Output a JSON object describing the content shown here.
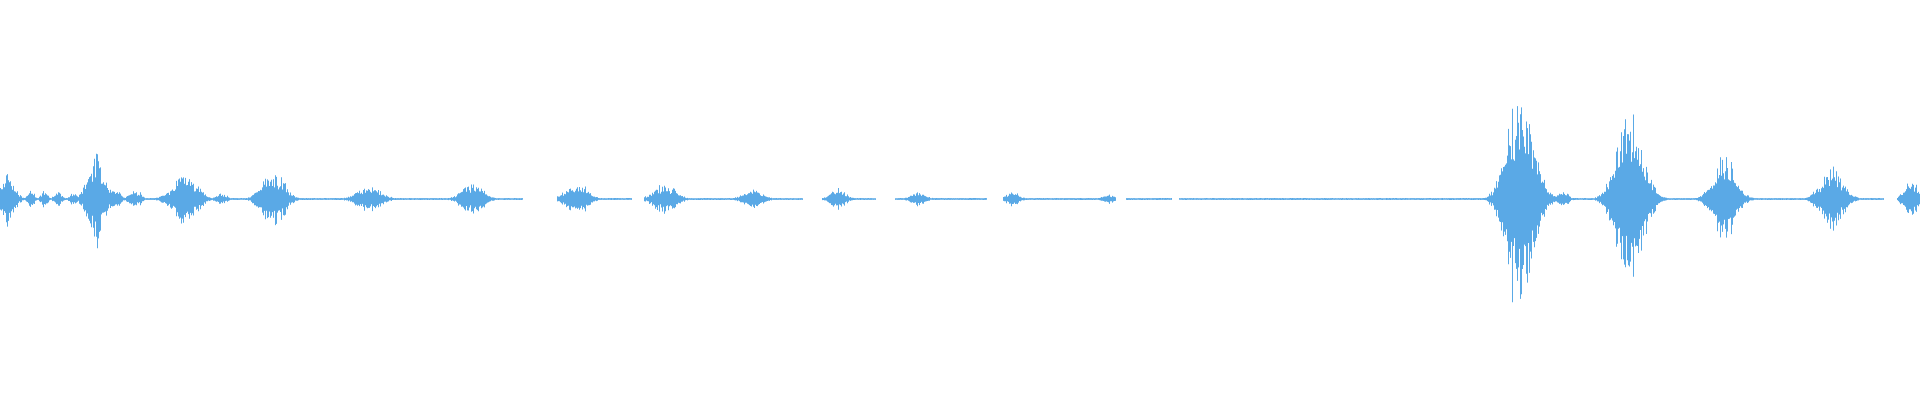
{
  "waveform": {
    "color": "#5aa9e6",
    "background": "#ffffff",
    "baseline_amplitude": 0.005,
    "bursts": [
      {
        "center": 0.004,
        "width": 0.012,
        "amplitude": 0.13
      },
      {
        "center": 0.016,
        "width": 0.006,
        "amplitude": 0.05
      },
      {
        "center": 0.023,
        "width": 0.006,
        "amplitude": 0.05
      },
      {
        "center": 0.03,
        "width": 0.006,
        "amplitude": 0.05
      },
      {
        "center": 0.038,
        "width": 0.006,
        "amplitude": 0.04
      },
      {
        "center": 0.05,
        "width": 0.015,
        "amplitude": 0.25
      },
      {
        "center": 0.06,
        "width": 0.008,
        "amplitude": 0.06
      },
      {
        "center": 0.07,
        "width": 0.01,
        "amplitude": 0.05
      },
      {
        "center": 0.096,
        "width": 0.022,
        "amplitude": 0.13
      },
      {
        "center": 0.115,
        "width": 0.01,
        "amplitude": 0.03
      },
      {
        "center": 0.142,
        "width": 0.02,
        "amplitude": 0.15
      },
      {
        "center": 0.192,
        "width": 0.022,
        "amplitude": 0.07
      },
      {
        "center": 0.246,
        "width": 0.02,
        "amplitude": 0.08
      },
      {
        "center": 0.3,
        "width": 0.02,
        "amplitude": 0.08
      },
      {
        "center": 0.346,
        "width": 0.02,
        "amplitude": 0.08
      },
      {
        "center": 0.392,
        "width": 0.018,
        "amplitude": 0.05
      },
      {
        "center": 0.436,
        "width": 0.014,
        "amplitude": 0.06
      },
      {
        "center": 0.478,
        "width": 0.014,
        "amplitude": 0.04
      },
      {
        "center": 0.527,
        "width": 0.012,
        "amplitude": 0.04
      },
      {
        "center": 0.577,
        "width": 0.01,
        "amplitude": 0.03
      },
      {
        "center": 0.792,
        "width": 0.024,
        "amplitude": 0.6
      },
      {
        "center": 0.814,
        "width": 0.01,
        "amplitude": 0.04
      },
      {
        "center": 0.849,
        "width": 0.024,
        "amplitude": 0.46
      },
      {
        "center": 0.898,
        "width": 0.02,
        "amplitude": 0.24
      },
      {
        "center": 0.954,
        "width": 0.02,
        "amplitude": 0.16
      },
      {
        "center": 0.995,
        "width": 0.012,
        "amplitude": 0.11
      }
    ],
    "gaps": [
      [
        0.272,
        0.29
      ],
      [
        0.329,
        0.335
      ],
      [
        0.418,
        0.428
      ],
      [
        0.456,
        0.466
      ],
      [
        0.514,
        0.522
      ],
      [
        0.581,
        0.586
      ],
      [
        0.61,
        0.614
      ],
      [
        0.981,
        0.988
      ]
    ]
  }
}
